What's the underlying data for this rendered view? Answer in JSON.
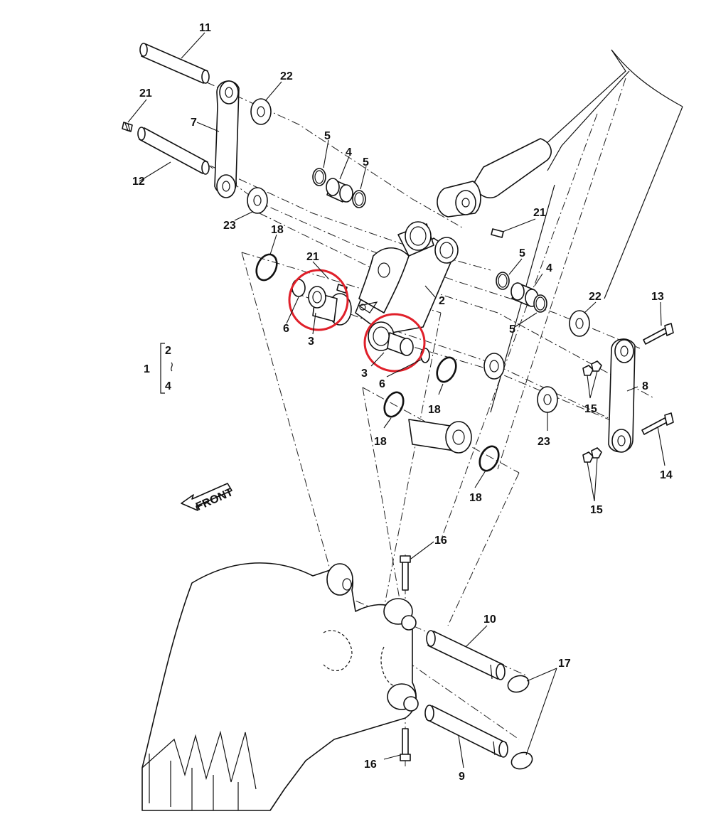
{
  "labels": {
    "l11": "11",
    "l22a": "22",
    "l21a": "21",
    "l7": "7",
    "l12": "12",
    "l5a": "5",
    "l4a": "4",
    "l5b": "5",
    "l23a": "23",
    "l18a": "18",
    "l21b": "21",
    "l21c": "21",
    "l5c": "5",
    "l4b": "4",
    "l2": "2",
    "l6a": "6",
    "l3a": "3",
    "l3b": "3",
    "l6b": "6",
    "l5d": "5",
    "l22b": "22",
    "l13": "13",
    "l18b": "18",
    "l18c": "18",
    "l8": "8",
    "l15a": "15",
    "l23b": "23",
    "l14": "14",
    "l18d": "18",
    "l15b": "15",
    "l16a": "16",
    "l10": "10",
    "l17": "17",
    "l16b": "16",
    "l9": "9",
    "lg1": "1",
    "lg2": "2",
    "lg3": "4",
    "front": "FRONT"
  },
  "colors": {
    "line": "#111111",
    "highlight": "#e0202a",
    "background": "#ffffff"
  },
  "highlights": [
    "bushing-3-left",
    "bushing-3-right"
  ]
}
